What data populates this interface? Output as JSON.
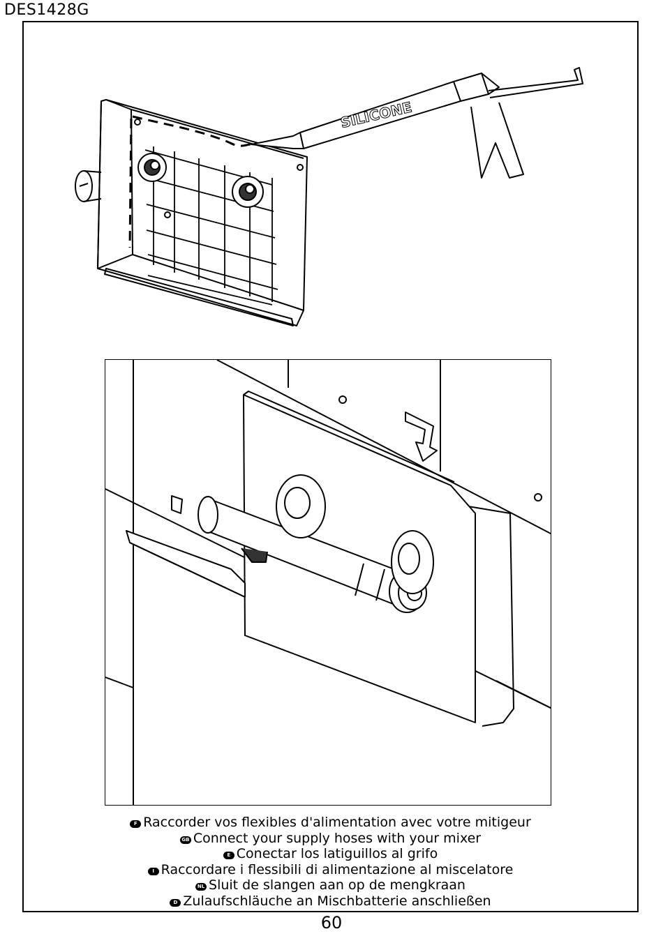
{
  "header": {
    "product_code": "DES1428G"
  },
  "top_figure": {
    "gun_label": "SILICONE"
  },
  "instructions": [
    {
      "lang_badge": "F",
      "text": "Raccorder vos flexibles d'alimentation avec votre mitigeur"
    },
    {
      "lang_badge": "GB",
      "text": "Connect your supply hoses with your mixer"
    },
    {
      "lang_badge": "E",
      "text": "Conectar los latiguillos al grifo"
    },
    {
      "lang_badge": "I",
      "text": "Raccordare i flessibili di alimentazione al miscelatore"
    },
    {
      "lang_badge": "NL",
      "text": "Sluit de slangen aan op de mengkraan"
    },
    {
      "lang_badge": "D",
      "text": "Zulaufschläuche an Mischbatterie anschließen"
    }
  ],
  "footer": {
    "page_number": "60"
  }
}
